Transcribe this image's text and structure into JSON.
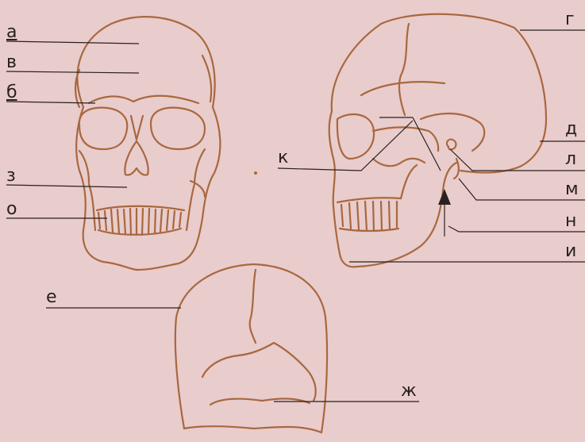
{
  "colors": {
    "background": "#e9cccc",
    "outline": "#a8683f",
    "leader": "#2a2020"
  },
  "figures": [
    {
      "name": "skull-front-view"
    },
    {
      "name": "skull-side-view"
    },
    {
      "name": "skull-back-view"
    }
  ],
  "labels": {
    "a": "а",
    "v": "в",
    "b": "б",
    "z": "з",
    "o": "о",
    "g": "г",
    "d": "д",
    "k": "к",
    "l": "л",
    "m": "м",
    "n": "н",
    "i": "и",
    "e": "е",
    "zh": "ж"
  }
}
